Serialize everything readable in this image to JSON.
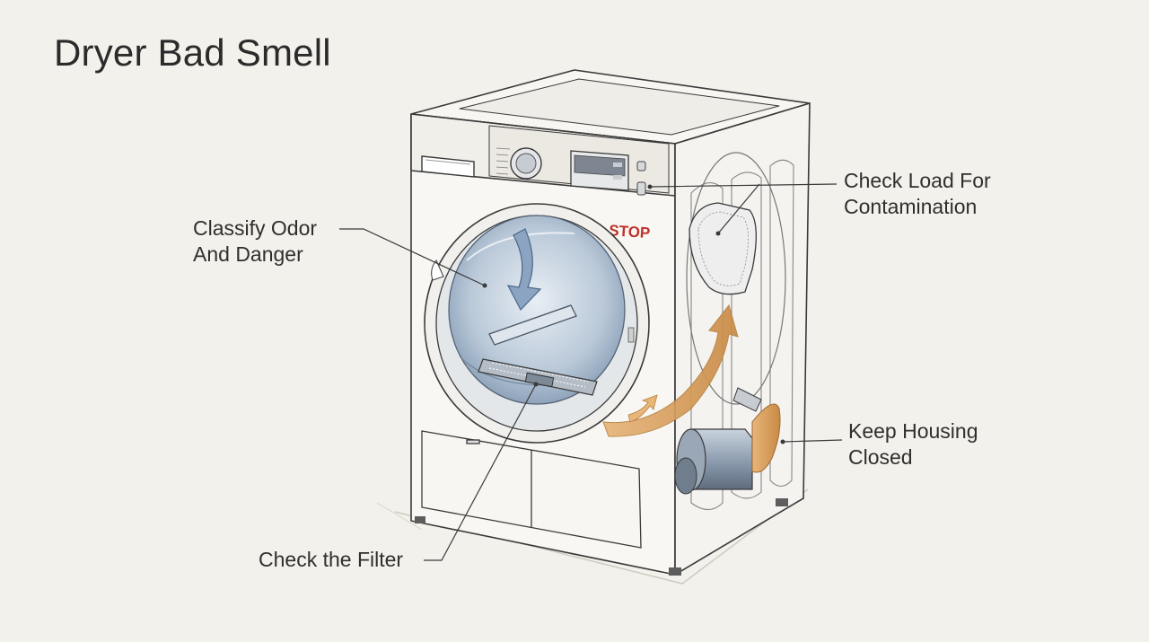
{
  "title": "Dryer Bad Smell",
  "labels": {
    "classify": [
      "Classify Odor",
      "And Danger"
    ],
    "load": [
      "Check Load For",
      "Contamination"
    ],
    "housing": [
      "Keep Housing",
      "Closed"
    ],
    "filter": "Check the Filter"
  },
  "stop_sign": "STOP",
  "colors": {
    "background": "#f3f1ec",
    "line": "#3a3a3a",
    "airflow": "#e1a25c",
    "drum": "#9fb3c8",
    "stop": "#c0312b"
  }
}
